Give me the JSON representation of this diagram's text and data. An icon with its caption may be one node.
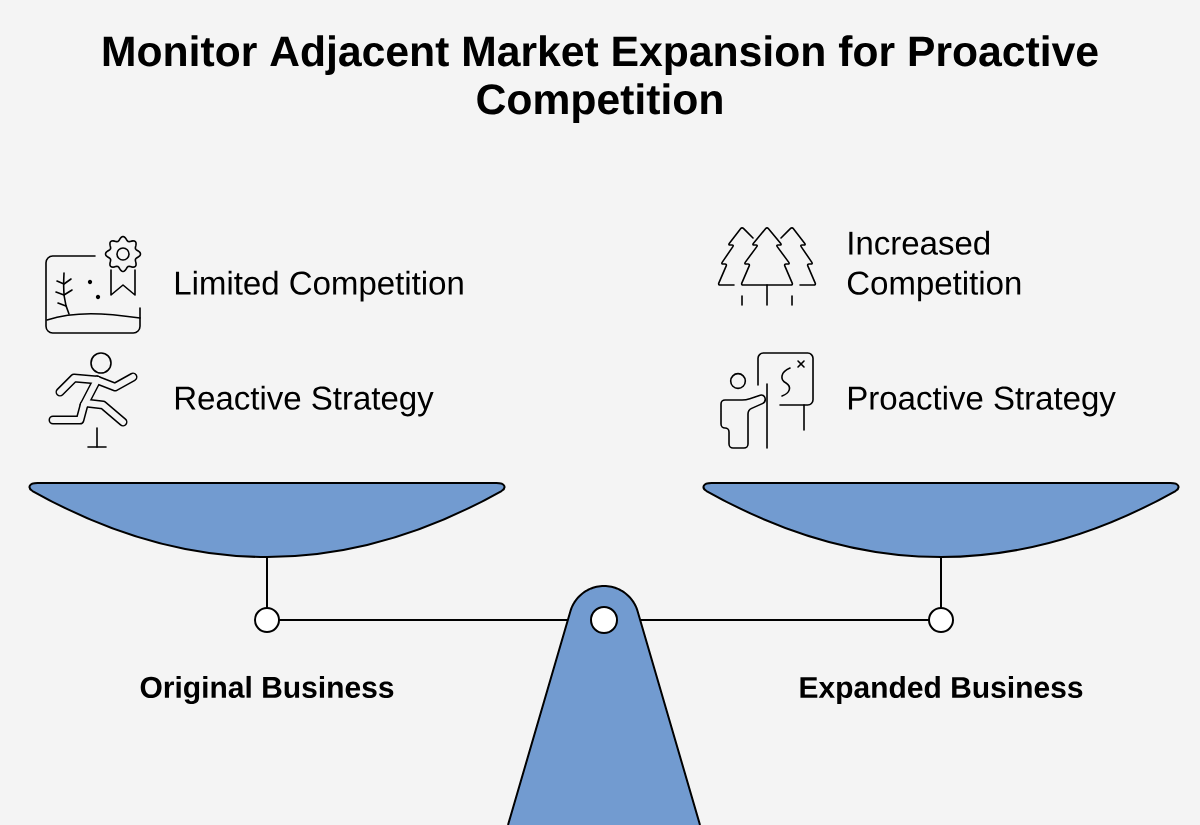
{
  "diagram": {
    "title": "Monitor Adjacent Market Expansion for Proactive Competition",
    "labels": [
      "Limited Competition",
      "Increased Competition",
      "Reactive Strategy",
      "Proactive Strategy",
      "Original Business",
      "Expanded Business"
    ]
  }
}
